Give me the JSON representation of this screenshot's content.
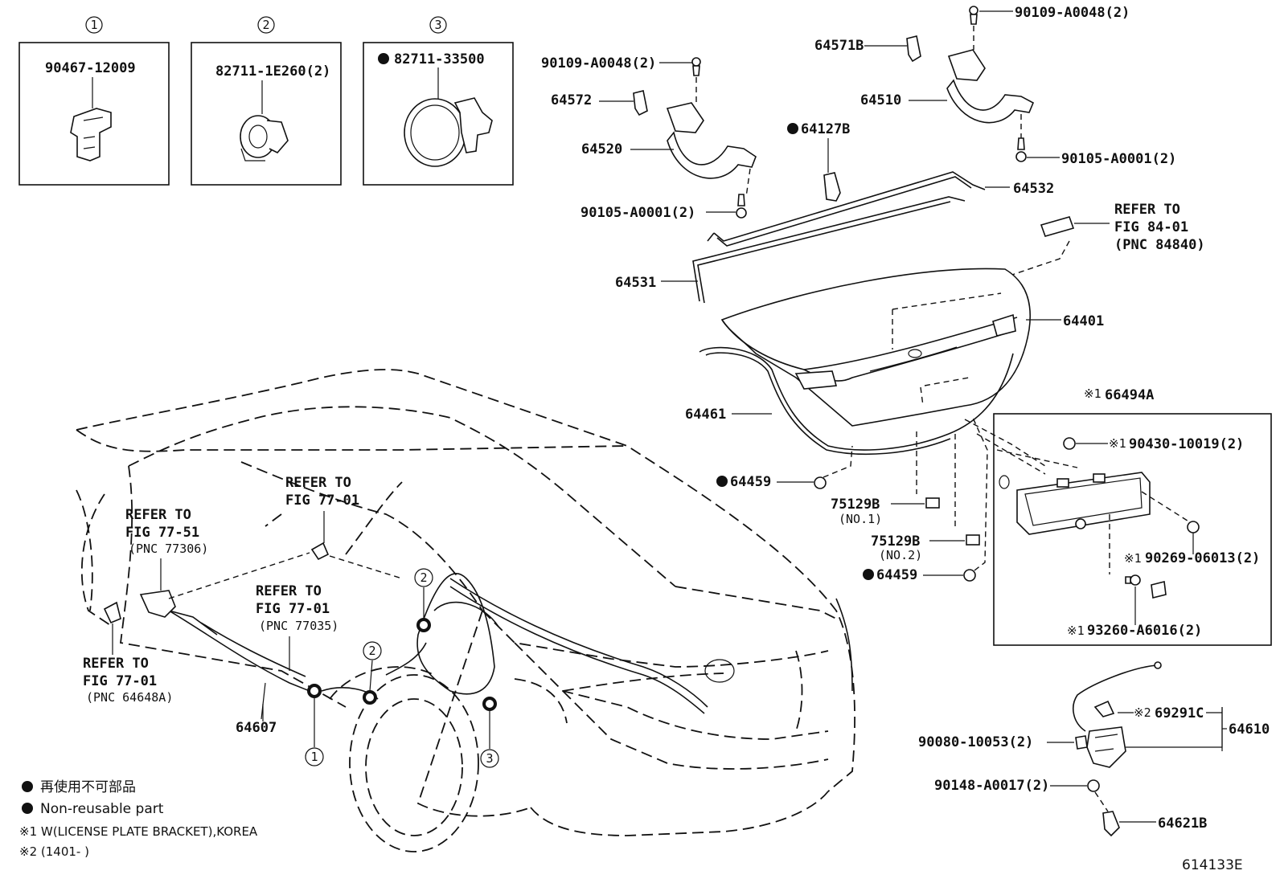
{
  "insets": {
    "inset1": {
      "number": "1",
      "part": "90467-12009"
    },
    "inset2": {
      "number": "2",
      "part": "82711-1E260(2)"
    },
    "inset3": {
      "number": "3",
      "part": "82711-33500"
    }
  },
  "labels": {
    "p90109_a": "90109-A0048(2)",
    "p90109_b": "90109-A0048(2)",
    "p64571b": "64571B",
    "p64572": "64572",
    "p64510": "64510",
    "p64520": "64520",
    "p64127b": "64127B",
    "p90105_a": "90105-A0001(2)",
    "p90105_b": "90105-A0001(2)",
    "p64532": "64532",
    "p64531": "64531",
    "p64401": "64401",
    "p64461": "64461",
    "p66494a": "66494A",
    "p90430": "90430-10019(2)",
    "p64459_a": "64459",
    "p64459_b": "64459",
    "p75129b_a": "75129B",
    "p75129b_a_sub": "(NO.1)",
    "p75129b_b": "75129B",
    "p75129b_b_sub": "(NO.2)",
    "p90269": "90269-06013(2)",
    "p93260": "93260-A6016(2)",
    "p69291c": "69291C",
    "p64610": "64610",
    "p90080": "90080-10053(2)",
    "p90148": "90148-A0017(2)",
    "p64621b": "64621B",
    "p64607": "64607",
    "mark1": "※1",
    "mark2": "※2"
  },
  "callouts": [
    "1",
    "2",
    "3"
  ],
  "refs": {
    "r8401": [
      "REFER TO",
      "FIG 84-01",
      "(PNC 84840)"
    ],
    "r7701a": [
      "REFER TO",
      "FIG 77-01"
    ],
    "r7751": [
      "REFER TO",
      "FIG 77-51",
      "(PNC 77306)"
    ],
    "r7701b": [
      "REFER TO",
      "FIG 77-01",
      "(PNC 77035)"
    ],
    "r7701c": [
      "REFER TO",
      "FIG 77-01",
      "(PNC 64648A)"
    ]
  },
  "legend": {
    "jp": "再使用不可部品",
    "en": "Non-reusable part",
    "note1": "※1 W(LICENSE PLATE BRACKET),KOREA",
    "note2": "※2 (1401-        )"
  },
  "figure_id": "614133E"
}
